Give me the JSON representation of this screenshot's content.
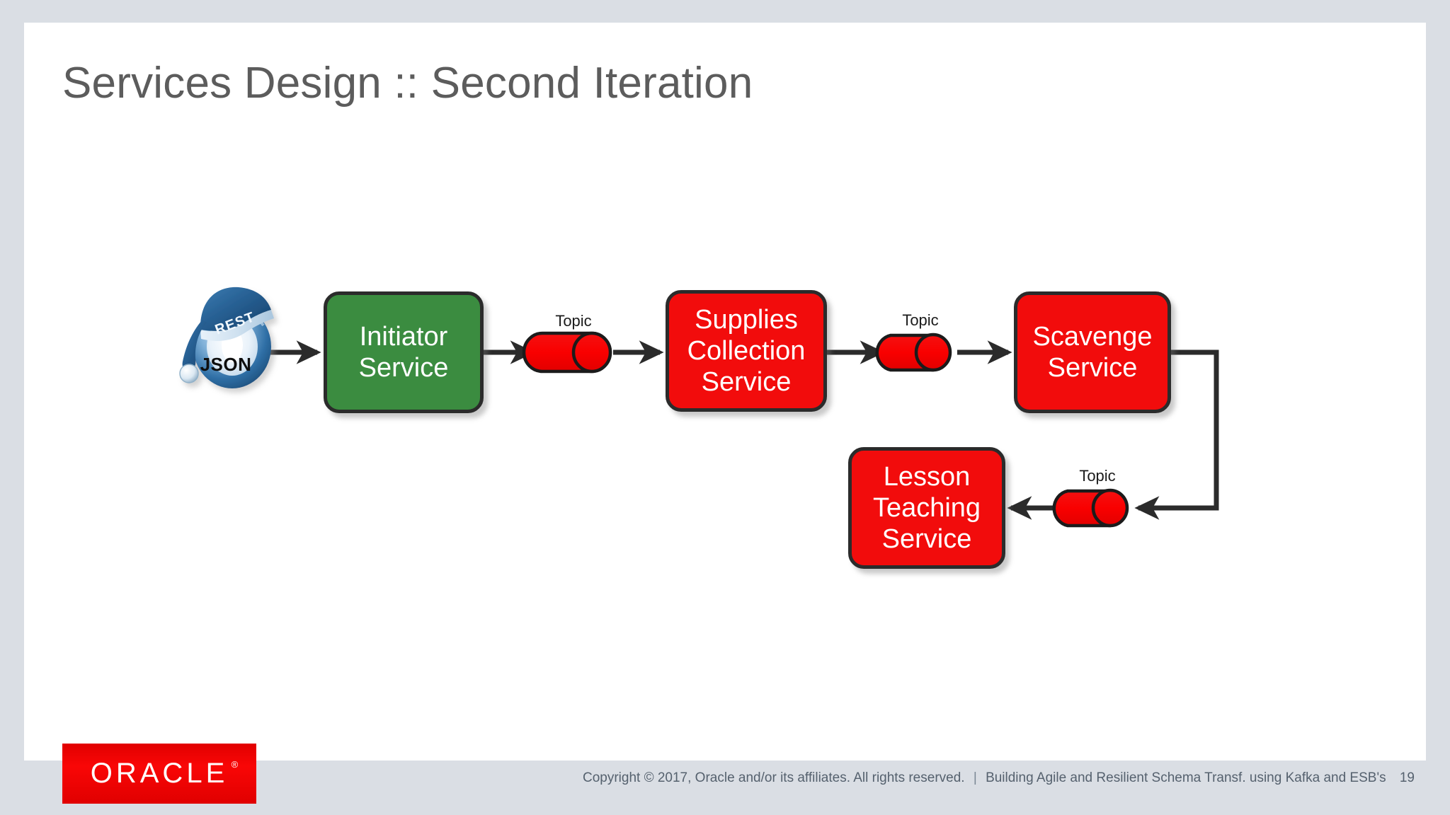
{
  "slide": {
    "title": "Services Design :: Second Iteration",
    "background_color": "#dadee4",
    "canvas_color": "#ffffff"
  },
  "colors": {
    "green_service": "#3b8c40",
    "red_service": "#f20c0c",
    "topic_red": "#f20c0c",
    "stroke": "#2b2b2b",
    "title_gray": "#5c5c5c",
    "footer_gray": "#55616e",
    "oracle_red": "#f00000",
    "json_blue": "#2e6fa8"
  },
  "diagram": {
    "type": "flow",
    "source_icon": {
      "name": "rest-json-icon",
      "cap_label": "REST",
      "caption": "JSON"
    },
    "nodes": [
      {
        "id": "initiator",
        "label": "Initiator\nService",
        "kind": "service",
        "color": "#3b8c40"
      },
      {
        "id": "supplies",
        "label": "Supplies\nCollection\nService",
        "kind": "service",
        "color": "#f20c0c"
      },
      {
        "id": "scavenge",
        "label": "Scavenge\nService",
        "kind": "service",
        "color": "#f20c0c"
      },
      {
        "id": "lesson",
        "label": "Lesson\nTeaching\nService",
        "kind": "service",
        "color": "#f20c0c"
      }
    ],
    "topics": [
      {
        "id": "topic-1",
        "label": "Topic"
      },
      {
        "id": "topic-2",
        "label": "Topic"
      },
      {
        "id": "topic-3",
        "label": "Topic"
      }
    ],
    "edges": [
      {
        "from": "rest-json-icon",
        "to": "initiator"
      },
      {
        "from": "initiator",
        "to": "topic-1"
      },
      {
        "from": "topic-1",
        "to": "supplies"
      },
      {
        "from": "supplies",
        "to": "topic-2"
      },
      {
        "from": "topic-2",
        "to": "scavenge"
      },
      {
        "from": "scavenge",
        "to": "topic-3"
      },
      {
        "from": "topic-3",
        "to": "lesson"
      }
    ]
  },
  "footer": {
    "oracle_wordmark": "ORACLE",
    "registered_mark": "®",
    "copyright": "Copyright © 2017, Oracle and/or its affiliates. All rights reserved.",
    "separator": "|",
    "deck_title": "Building Agile and Resilient Schema Transf. using Kafka and ESB's",
    "page_number": "19"
  }
}
